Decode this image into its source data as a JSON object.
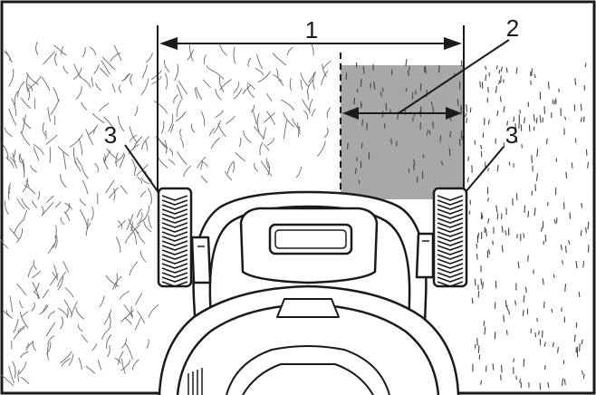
{
  "figure": {
    "callouts": [
      {
        "id": "1",
        "label": "1",
        "meaning": ""
      },
      {
        "id": "2",
        "label": "2",
        "meaning": ""
      },
      {
        "id": "3a",
        "label": "3",
        "meaning": ""
      },
      {
        "id": "3b",
        "label": "3",
        "meaning": ""
      }
    ],
    "colors": {
      "line": "#1a1a1a",
      "overlap_fill": "#a8a8a8",
      "grass_stroke": "#6a6a6a",
      "background": "#ffffff"
    }
  }
}
